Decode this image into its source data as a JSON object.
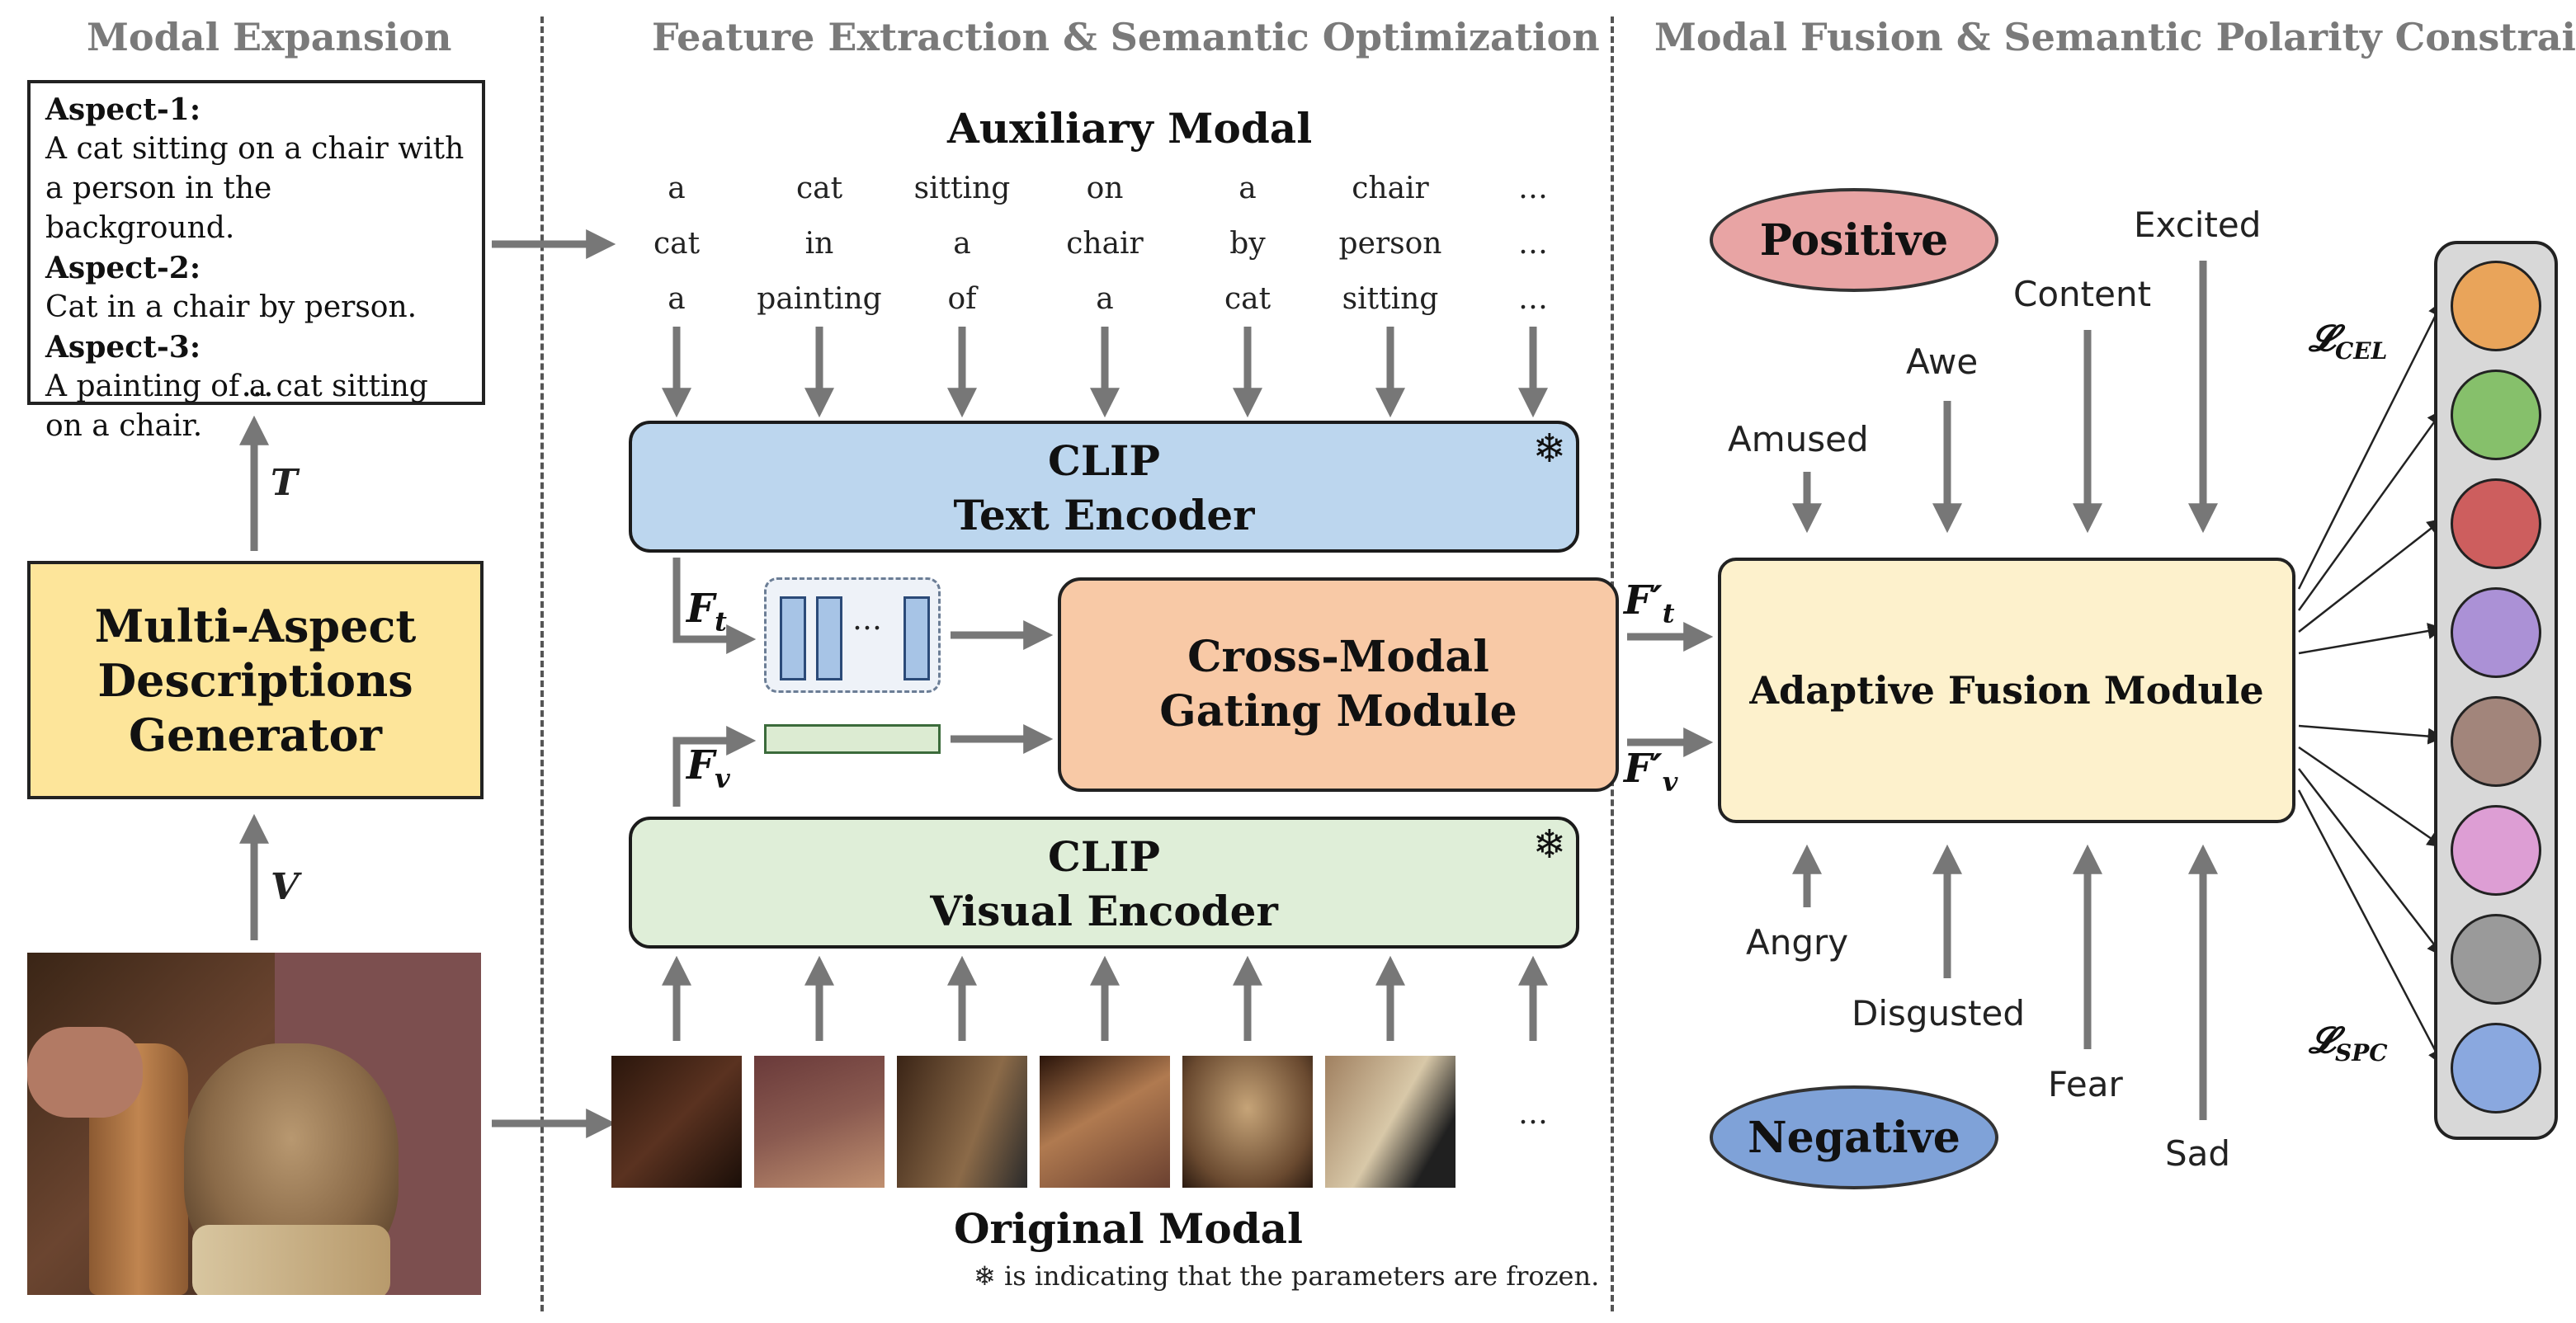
{
  "sections": {
    "modal_expansion": "Modal Expansion",
    "feature_extraction": "Feature Extraction & Semantic Optimization",
    "modal_fusion": "Modal Fusion & Semantic Polarity Constraints"
  },
  "descriptions": {
    "aspect1_title": "Aspect-1:",
    "aspect1_text": "A cat sitting on a chair with a person in the background.",
    "aspect2_title": "Aspect-2:",
    "aspect2_text": "Cat in a chair by person.",
    "aspect3_title": "Aspect-3:",
    "aspect3_text": "A painting of a cat sitting on a chair.",
    "more": "…"
  },
  "generator": "Multi-Aspect Descriptions Generator",
  "labels": {
    "T": "T",
    "V": "V"
  },
  "auxiliary_title": "Auxiliary Modal",
  "token_rows": [
    [
      "a",
      "cat",
      "sitting",
      "on",
      "a",
      "chair",
      "…"
    ],
    [
      "cat",
      "in",
      "a",
      "chair",
      "by",
      "person",
      "…"
    ],
    [
      "a",
      "painting",
      "of",
      "a",
      "cat",
      "sitting",
      "…"
    ]
  ],
  "text_encoder": {
    "line1": "CLIP",
    "line2": "Text Encoder",
    "frozen": "❄"
  },
  "visual_encoder": {
    "line1": "CLIP",
    "line2": "Visual Encoder",
    "frozen": "❄"
  },
  "token_dots": "…",
  "features": {
    "ft": "F",
    "ft_sub": "t",
    "fv": "F",
    "fv_sub": "v",
    "ftp": "F′",
    "fvp": "F′"
  },
  "gating": "Cross-Modal Gating Module",
  "patch_dots": "…",
  "original_title": "Original Modal",
  "footnote": "❄ is indicating that the parameters are frozen.",
  "fusion": "Adaptive Fusion Module",
  "polarity": {
    "positive": "Positive",
    "negative": "Negative"
  },
  "emotions_positive": [
    "Amused",
    "Awe",
    "Content",
    "Excited"
  ],
  "emotions_negative": [
    "Angry",
    "Disgusted",
    "Fear",
    "Sad"
  ],
  "losses": {
    "cel": "𝓛",
    "cel_sub": "CEL",
    "spc": "𝓛",
    "spc_sub": "SPC"
  },
  "class_colors": [
    "#e9a45a",
    "#86c06b",
    "#cd5e5e",
    "#ab91d6",
    "#a2857b",
    "#dd9ed4",
    "#9a9a9a",
    "#8aa8df"
  ],
  "colors": {
    "positive_fill": "#e8a4a4",
    "negative_fill": "#7fa2d8"
  }
}
